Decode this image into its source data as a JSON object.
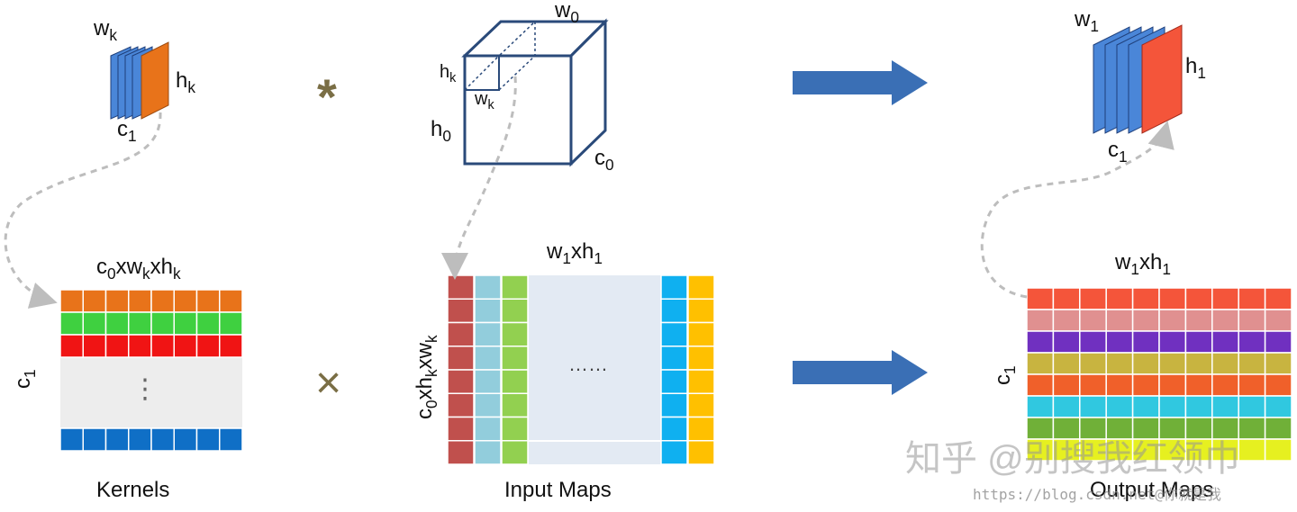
{
  "labels": {
    "kernel_w": [
      "w",
      "k"
    ],
    "kernel_h": [
      "h",
      "k"
    ],
    "kernel_c": [
      "c",
      "1"
    ],
    "input_w": [
      "w",
      "0"
    ],
    "input_h": [
      "h",
      "0"
    ],
    "input_c": [
      "c",
      "0"
    ],
    "window_h": [
      "h",
      "k"
    ],
    "window_w": [
      "w",
      "k"
    ],
    "output_w": [
      "w",
      "1"
    ],
    "output_h": [
      "h",
      "1"
    ],
    "output_c": [
      "c",
      "1"
    ],
    "kernels_matrix_top": [
      "c",
      "0",
      "xw",
      "k",
      "xh",
      "k"
    ],
    "kernels_matrix_side": [
      "c",
      "1"
    ],
    "input_matrix_top": [
      "w",
      "1",
      "xh",
      "1"
    ],
    "input_matrix_side": [
      "c",
      "0",
      "xh",
      "k",
      "xw",
      "k"
    ],
    "output_matrix_top": [
      "w",
      "1",
      "xh",
      "1"
    ],
    "output_matrix_side": [
      "c",
      "1"
    ]
  },
  "operators": {
    "convolve": "*",
    "multiply": "×"
  },
  "ellipsis": {
    "kernels": "⋮",
    "input": "……"
  },
  "captions": {
    "kernels": "Kernels",
    "input": "Input Maps",
    "output": "Output Maps"
  },
  "watermark": {
    "text": "知乎 @别搜我红领巾",
    "url": "https://blog.csdn.net@你就是我"
  },
  "colors": {
    "kernel_slice": "#4a86d8",
    "kernel_front": "#e8731a",
    "output_slice": "#4a86d8",
    "output_front": "#f4553a",
    "cube_stroke": "#2a4a7a",
    "arrow": "#3a6fb5",
    "dashed": "#bdbdbd",
    "kernel_rows": [
      "#e8731a",
      "#3fd040",
      "#f01414",
      "#0f6fc6"
    ],
    "kernel_gap": "#ededed",
    "input_cols": [
      "#c0504d",
      "#92cddc",
      "#92d050",
      "#0fb0f0",
      "#ffc000"
    ],
    "input_gap": "#e3eaf3",
    "output_rows": [
      "#f4553a",
      "#e09090",
      "#7030c0",
      "#c8b440",
      "#f0602a",
      "#30c8e0",
      "#70b038",
      "#e6f020"
    ]
  }
}
